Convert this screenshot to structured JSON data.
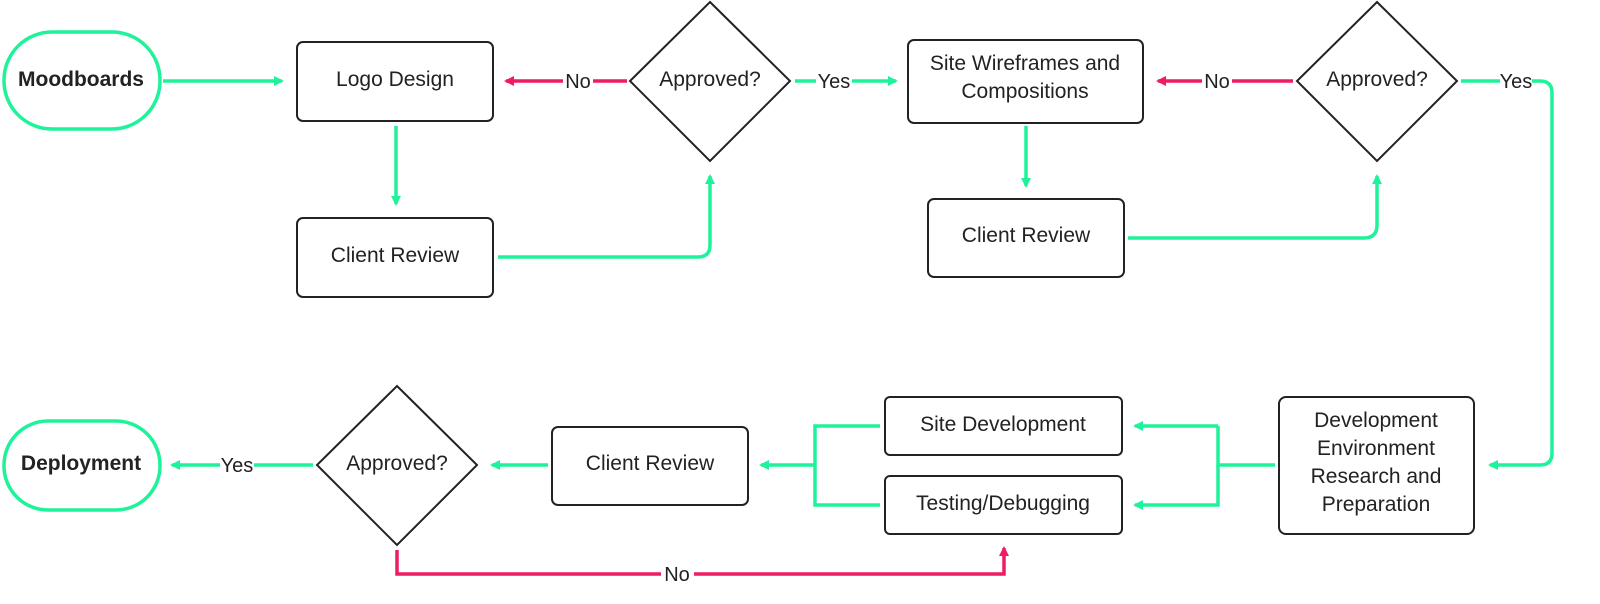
{
  "colors": {
    "flow": "#1ef29a",
    "reject": "#ee1c64",
    "node_stroke": "#222222",
    "text": "#222222",
    "background": "#ffffff"
  },
  "nodes": {
    "moodboards": {
      "label": "Moodboards"
    },
    "logo_design": {
      "label": "Logo Design"
    },
    "client_review_1": {
      "label": "Client Review"
    },
    "approved_1": {
      "label": "Approved?"
    },
    "site_wireframes": {
      "line1": "Site Wireframes and",
      "line2": "Compositions"
    },
    "client_review_2": {
      "label": "Client Review"
    },
    "approved_2": {
      "label": "Approved?"
    },
    "dev_env": {
      "line1": "Development",
      "line2": "Environment",
      "line3": "Research and",
      "line4": "Preparation"
    },
    "site_development": {
      "label": "Site Development"
    },
    "testing_debugging": {
      "label": "Testing/Debugging"
    },
    "client_review_3": {
      "label": "Client Review"
    },
    "approved_3": {
      "label": "Approved?"
    },
    "deployment": {
      "label": "Deployment"
    }
  },
  "edge_labels": {
    "no_1": "No",
    "yes_1": "Yes",
    "no_2": "No",
    "yes_2": "Yes",
    "yes_3": "Yes",
    "no_3": "No"
  }
}
